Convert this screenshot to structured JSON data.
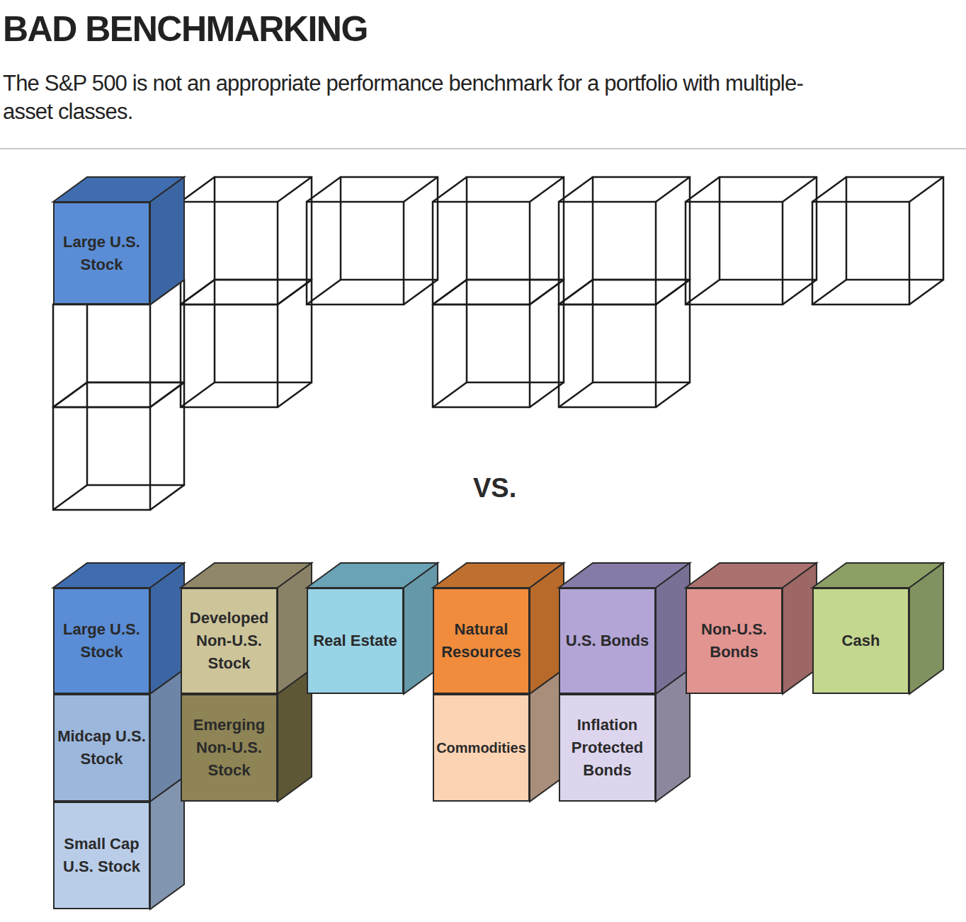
{
  "diagram": {
    "title": "BAD BENCHMARKING",
    "caption": "The S&P 500 is not an appropriate performance benchmark for a portfolio with multiple-asset classes.",
    "nodes": [
      {
        "text": [
          "Large U.S. Stock"
        ]
      },
      {
        "text": [
          "Large U.S. Stock"
        ]
      },
      {
        "text": [
          "Developed Non-U.S. Stock"
        ]
      },
      {
        "text": [
          "Real Estate"
        ]
      },
      {
        "text": [
          "Natural Resources"
        ]
      },
      {
        "text": [
          "U.S. Bonds"
        ]
      },
      {
        "text": [
          "Non-U.S. Bonds"
        ]
      },
      {
        "text": [
          "Cash"
        ]
      },
      {
        "text": [
          "Midcap U.S. Stock"
        ]
      },
      {
        "text": [
          "Emerging Non-U.S. Stock"
        ]
      },
      {
        "text": [
          "Commodities"
        ]
      },
      {
        "text": [
          "Inflation Protected Bonds"
        ]
      },
      {
        "text": [
          "Small Cap U.S. Stock"
        ]
      }
    ],
    "labels": [
      "VS."
    ]
  }
}
